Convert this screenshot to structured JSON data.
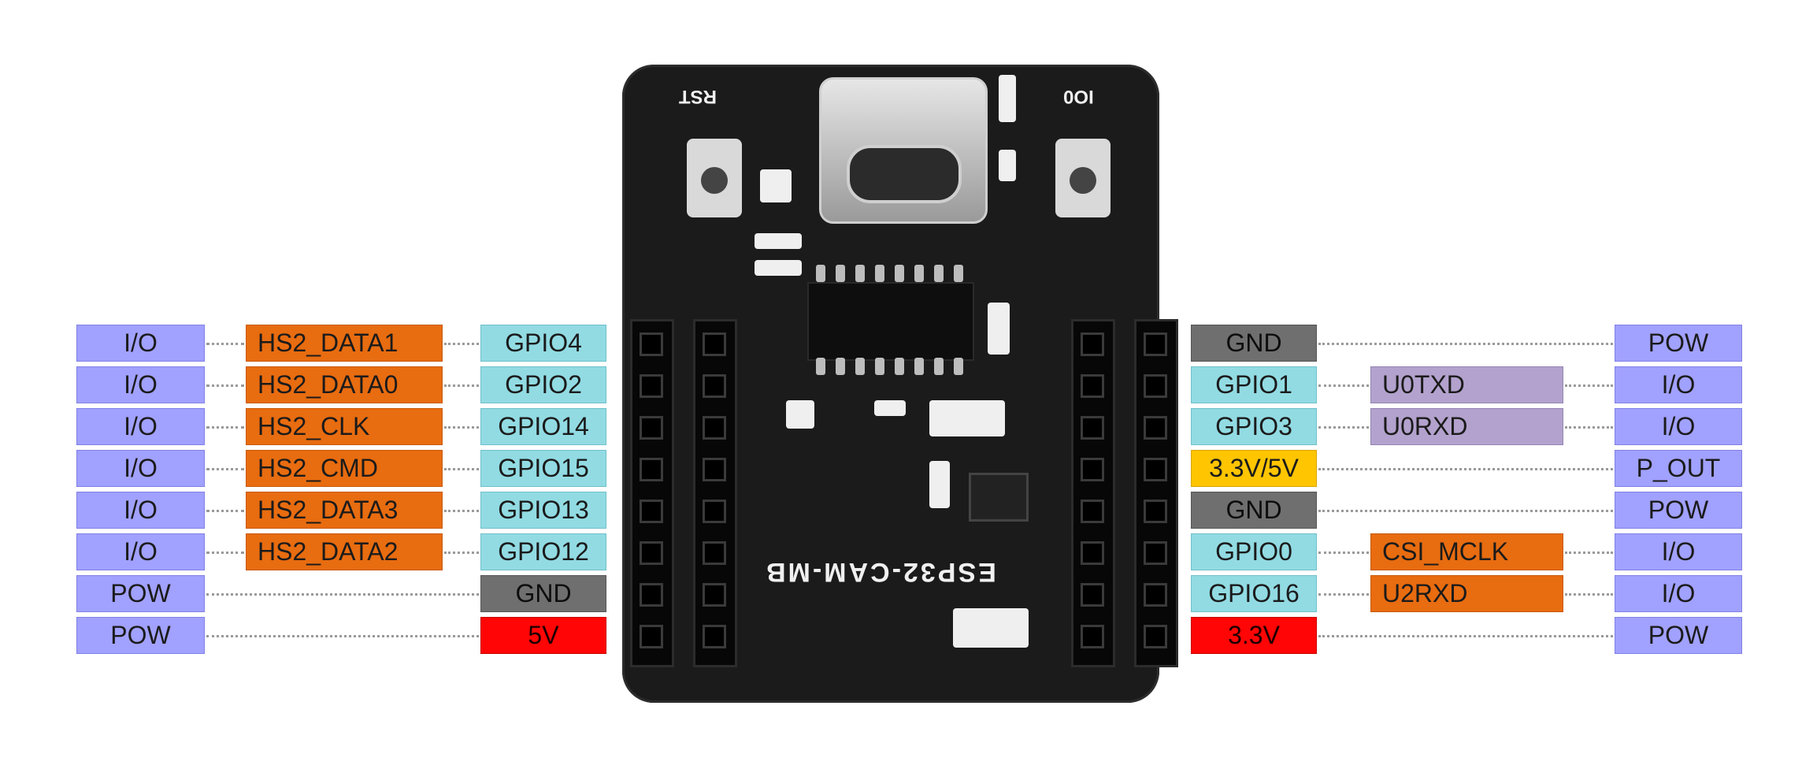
{
  "board": {
    "name": "ESP32-CAM-MB",
    "rst_label": "RST",
    "io0_label": "IO0"
  },
  "left_pins": [
    {
      "type": "I/O",
      "function": "HS2_DATA1",
      "pin": "GPIO4"
    },
    {
      "type": "I/O",
      "function": "HS2_DATA0",
      "pin": "GPIO2"
    },
    {
      "type": "I/O",
      "function": "HS2_CLK",
      "pin": "GPIO14"
    },
    {
      "type": "I/O",
      "function": "HS2_CMD",
      "pin": "GPIO15"
    },
    {
      "type": "I/O",
      "function": "HS2_DATA3",
      "pin": "GPIO13"
    },
    {
      "type": "I/O",
      "function": "HS2_DATA2",
      "pin": "GPIO12"
    },
    {
      "type": "POW",
      "function": "",
      "pin": "GND"
    },
    {
      "type": "POW",
      "function": "",
      "pin": "5V"
    }
  ],
  "right_pins": [
    {
      "pin": "GND",
      "function": "",
      "type": "POW"
    },
    {
      "pin": "GPIO1",
      "function": "U0TXD",
      "type": "I/O"
    },
    {
      "pin": "GPIO3",
      "function": "U0RXD",
      "type": "I/O"
    },
    {
      "pin": "3.3V/5V",
      "function": "",
      "type": "P_OUT"
    },
    {
      "pin": "GND",
      "function": "",
      "type": "POW"
    },
    {
      "pin": "GPIO0",
      "function": "CSI_MCLK",
      "type": "I/O"
    },
    {
      "pin": "GPIO16",
      "function": "U2RXD",
      "type": "I/O"
    },
    {
      "pin": "3.3V",
      "function": "",
      "type": "POW"
    }
  ],
  "colors": {
    "type_label": "#a1a1ff",
    "gpio_label": "#92dbe3",
    "hs2_label": "#e86c10",
    "uart_label": "#b3a2cd",
    "gnd_label": "#6f6f6f",
    "power_red": "#ff0505",
    "power_yellow": "#ffc500",
    "board": "#1b1b1b"
  }
}
